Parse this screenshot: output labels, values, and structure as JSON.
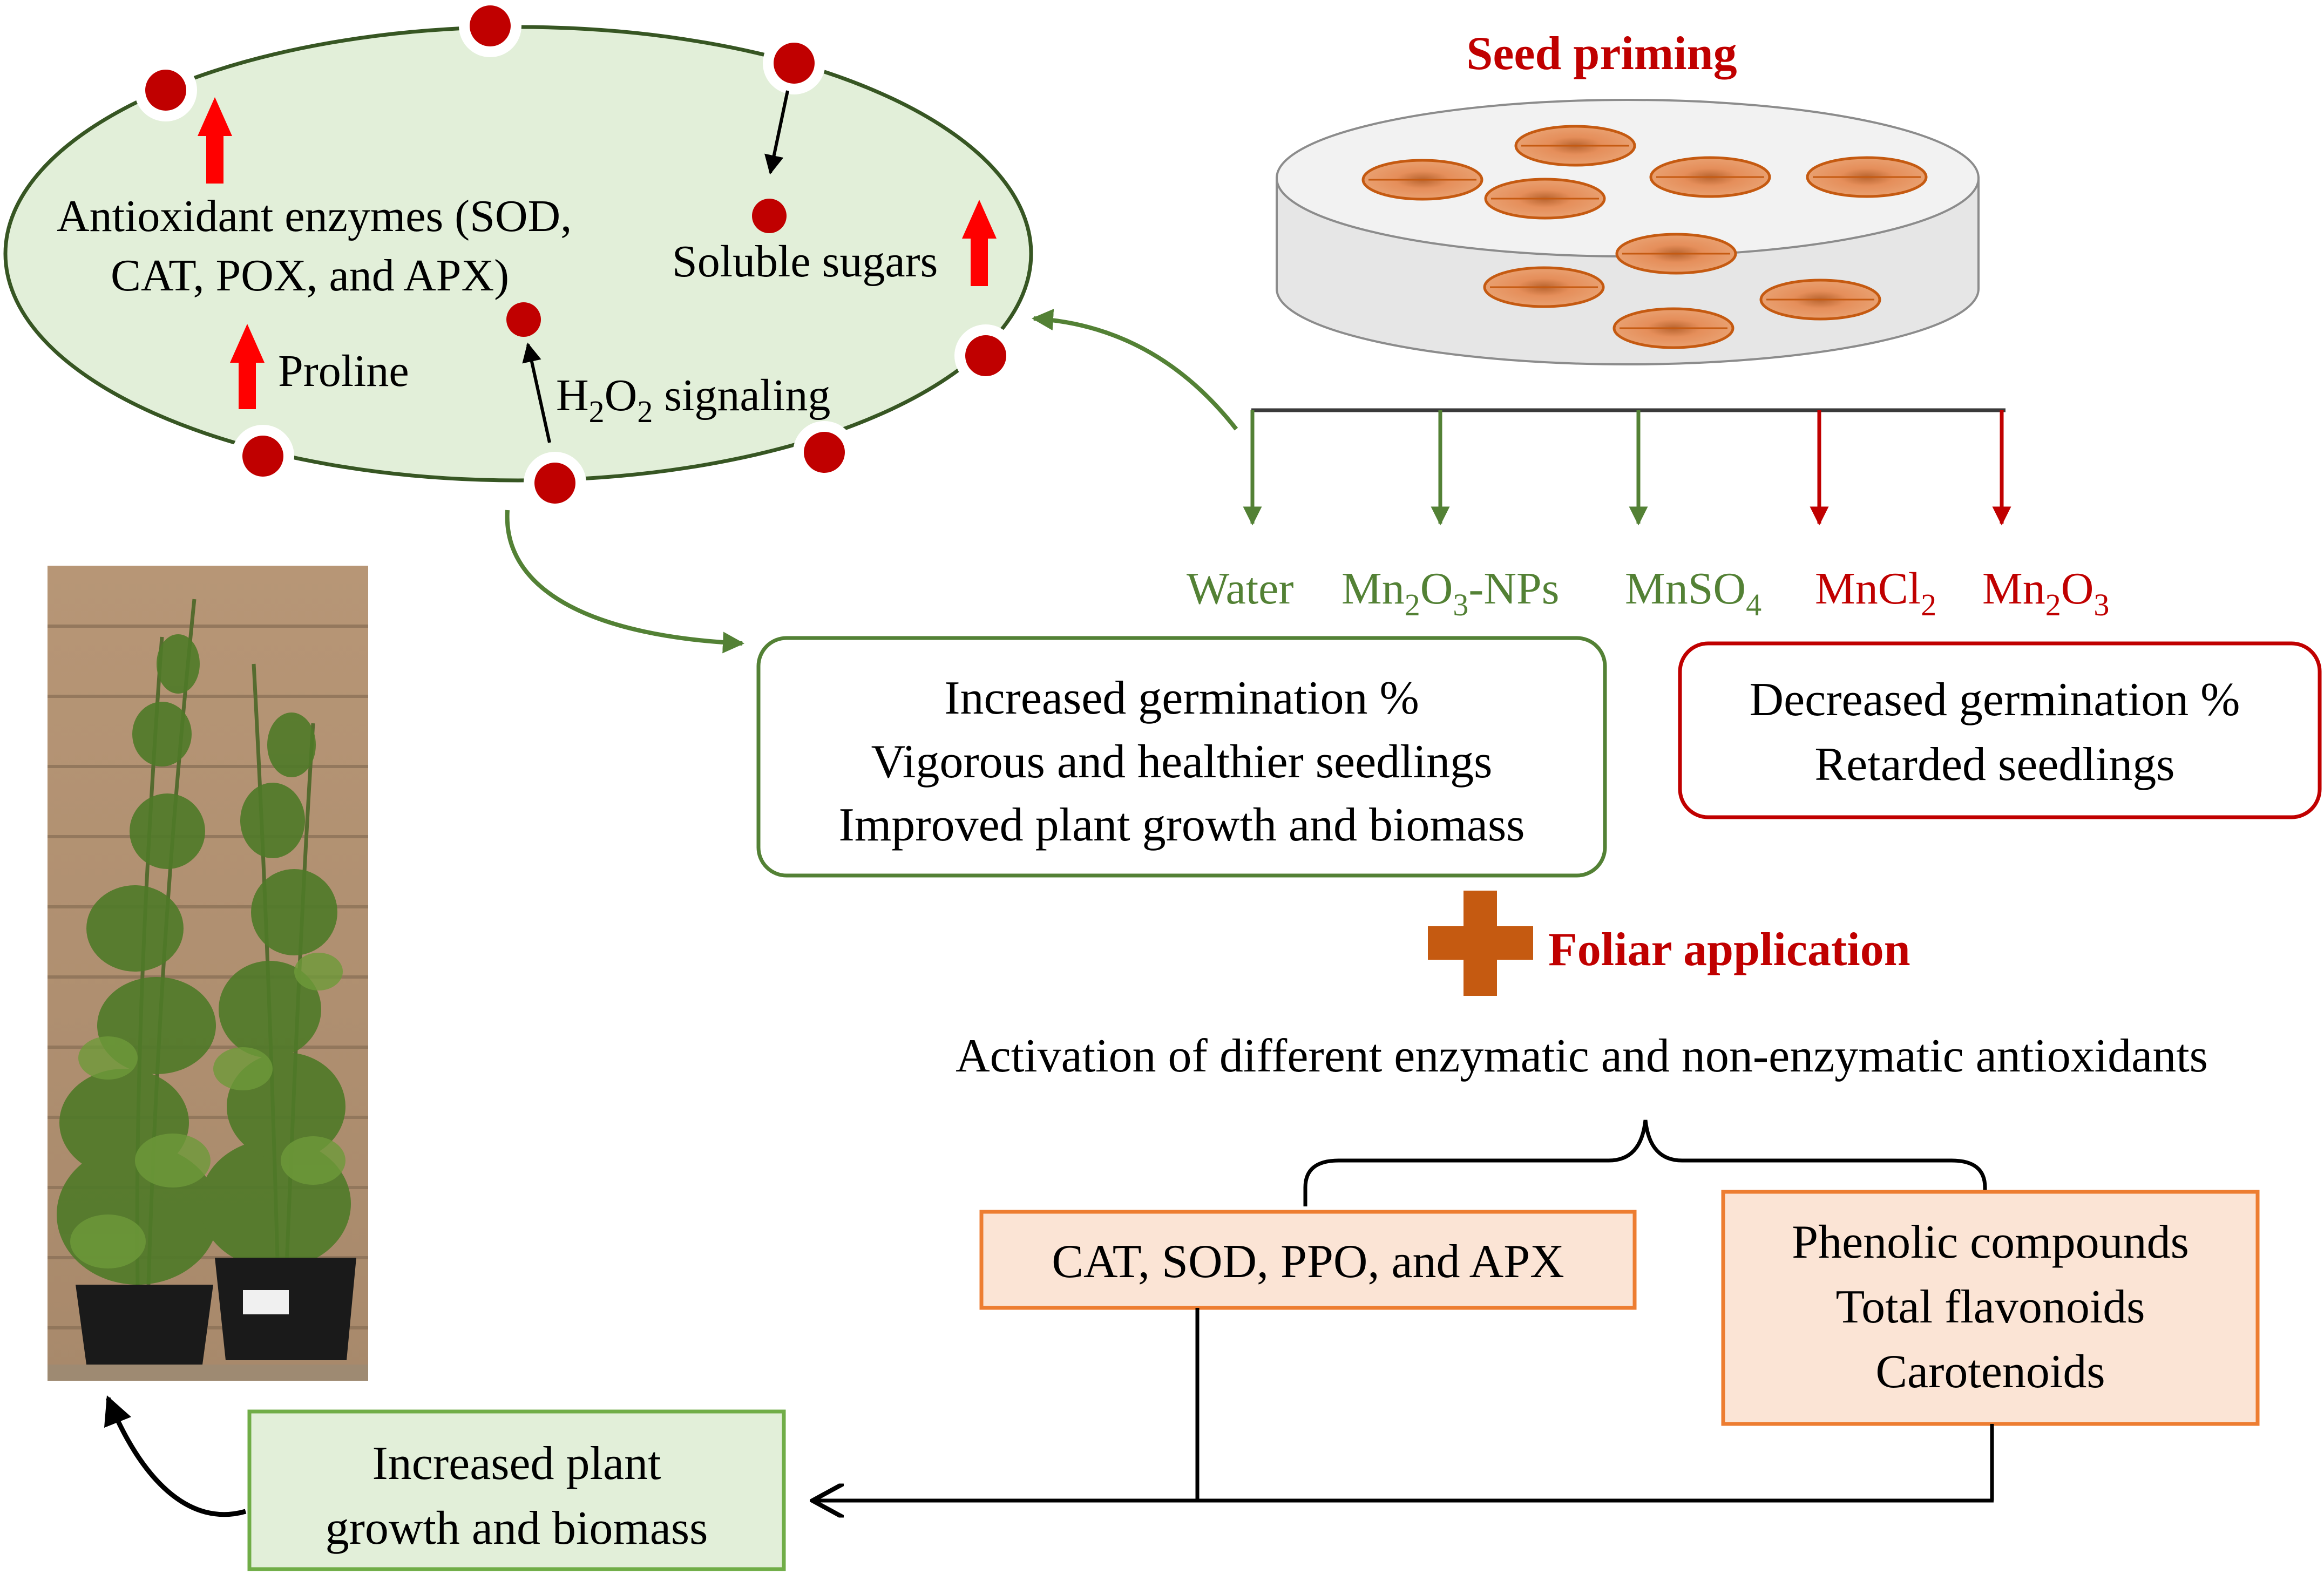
{
  "cell": {
    "enzymes_line1": "Antioxidant enzymes (SOD,",
    "enzymes_line2": "CAT, POX, and APX)",
    "soluble_sugars": "Soluble sugars",
    "proline": "Proline",
    "h2o2": {
      "h1": "H",
      "sub1": "2",
      "o": "O",
      "sub2": "2",
      "rest": " signaling"
    }
  },
  "seed_priming": {
    "title": "Seed priming"
  },
  "treatments": {
    "water": "Water",
    "mn2o3_nps": {
      "a": "Mn",
      "s1": "2",
      "b": "O",
      "s2": "3",
      "c": "-NPs"
    },
    "mnso4": {
      "a": "MnSO",
      "s1": "4"
    },
    "mncl2": {
      "a": "MnCl",
      "s1": "2"
    },
    "mn2o3": {
      "a": "Mn",
      "s1": "2",
      "b": "O",
      "s2": "3"
    }
  },
  "positive_outcome": {
    "line1": "Increased germination %",
    "line2": "Vigorous and healthier seedlings",
    "line3": "Improved plant growth and biomass"
  },
  "negative_outcome": {
    "line1": "Decreased germination %",
    "line2": "Retarded seedlings"
  },
  "foliar": {
    "label": "Foliar application"
  },
  "activation": {
    "text": "Activation of different enzymatic and non-enzymatic antioxidants"
  },
  "enzymatic_box": {
    "text": "CAT, SOD, PPO, and APX"
  },
  "nonenzymatic_box": {
    "line1": "Phenolic compounds",
    "line2": "Total flavonoids",
    "line3": "Carotenoids"
  },
  "growth_box": {
    "line1": "Increased plant",
    "line2": "growth and biomass"
  },
  "colors": {
    "green": "#538135",
    "red": "#c00000",
    "bright_red": "#ff0000",
    "dot_red": "#c00000",
    "orange": "#c55a11",
    "cell_fill": "#e2efd9",
    "orange_fill": "#fbe4d5",
    "growth_fill": "#e2efd9",
    "seed_fill": "#e58e5a",
    "seed_stroke": "#c55a11",
    "dish_fill": "#ededed"
  },
  "icons": {
    "up_arrow": "red-up-arrow-icon",
    "plus": "orange-plus-icon",
    "plant_photo": "plant-photo"
  }
}
